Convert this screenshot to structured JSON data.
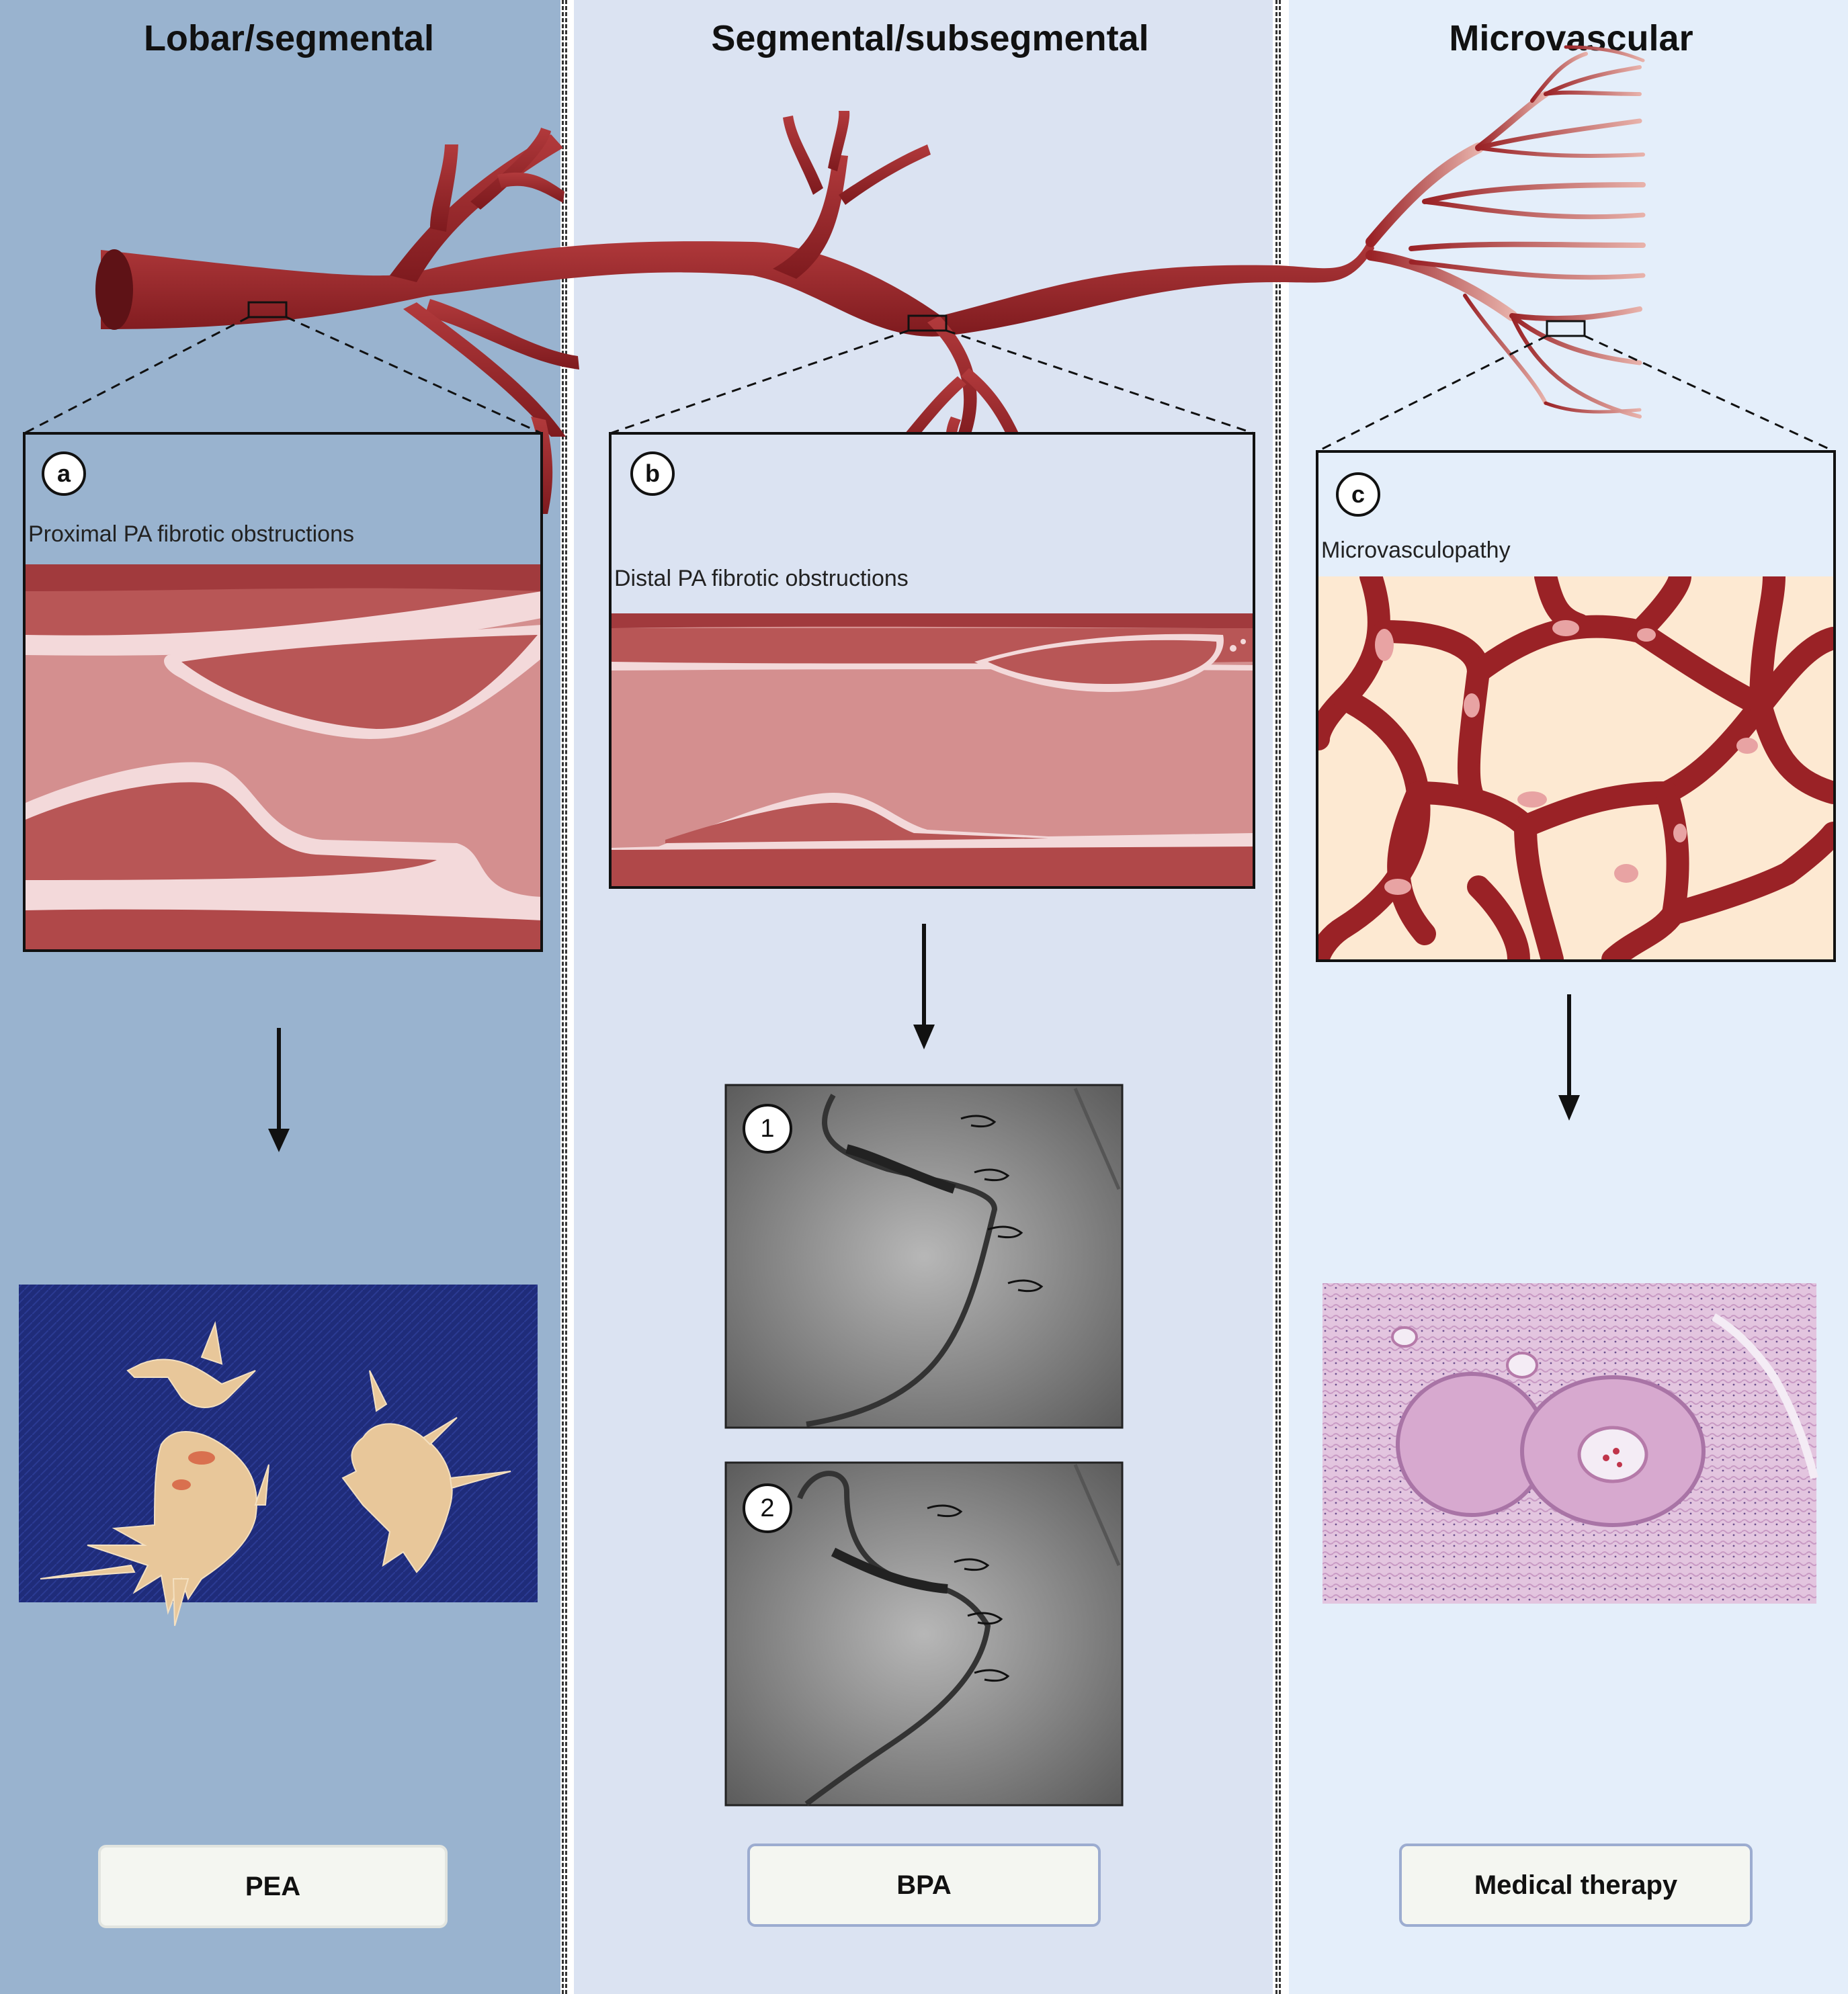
{
  "columns": [
    {
      "title": "Lobar/segmental",
      "badge": "a",
      "label": "Proximal PA fibrotic obstructions",
      "treatment": "PEA"
    },
    {
      "title": "Segmental/subsegmental",
      "badge": "b",
      "label": "Distal PA fibrotic obstructions",
      "treatment": "BPA",
      "angio_badges": [
        "1",
        "2"
      ]
    },
    {
      "title": "Microvascular",
      "badge": "c",
      "label": "Microvasculopathy",
      "treatment": "Medical therapy"
    }
  ],
  "colors": {
    "col1_bg": "#99b3cf",
    "col2_bg": "#dbe3f2",
    "col3_bg": "#e4eefa",
    "vessel": "#9a2226",
    "vessel_light": "#d48f8f",
    "fibrosis": "#f3d9da"
  }
}
